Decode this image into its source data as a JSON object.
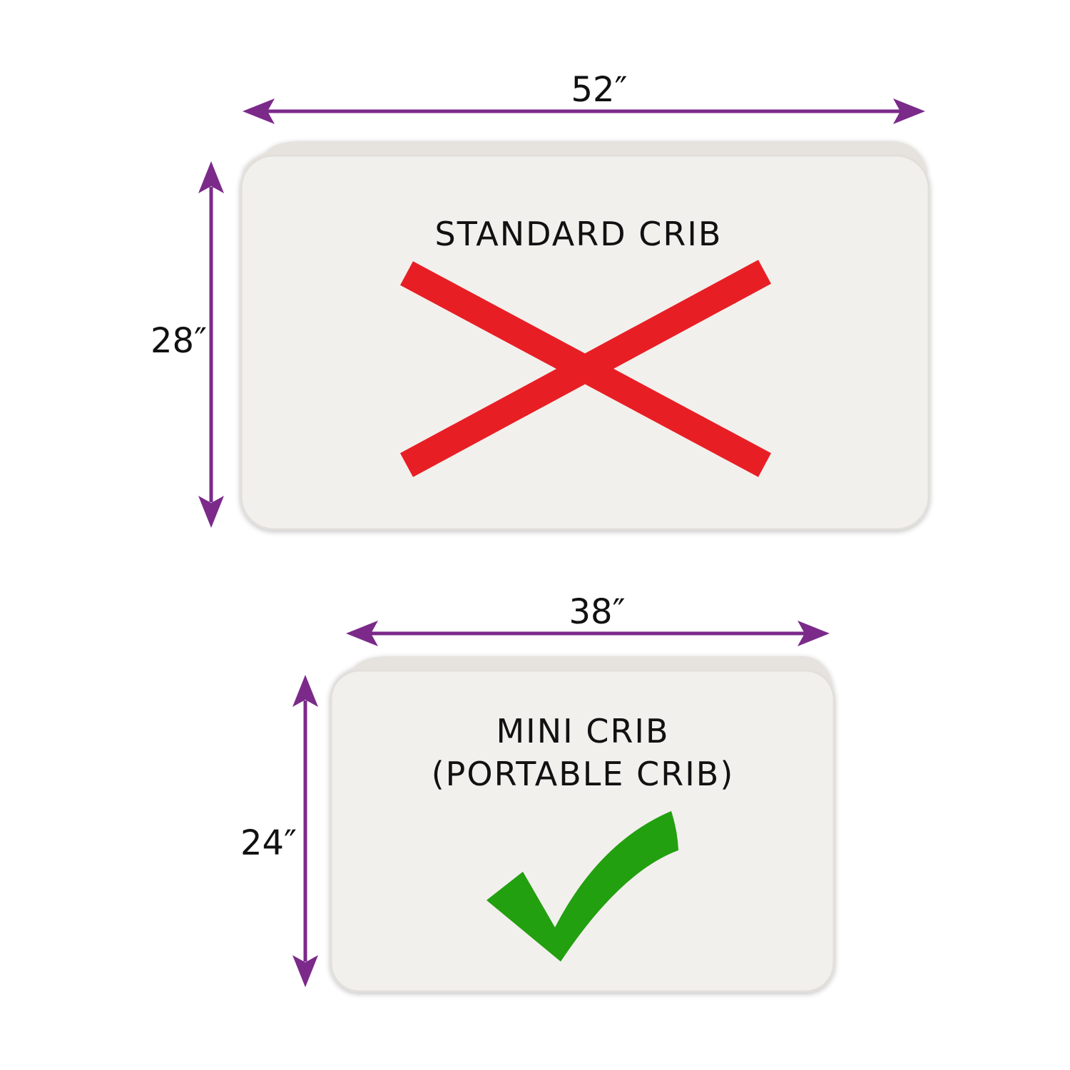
{
  "standard": {
    "title": "STANDARD CRIB",
    "width_label": "52″",
    "height_label": "28″",
    "status_icon": "x-mark-icon"
  },
  "mini": {
    "title_line1": "MINI CRIB",
    "title_line2": "(PORTABLE CRIB)",
    "width_label": "38″",
    "height_label": "24″",
    "status_icon": "check-mark-icon"
  },
  "colors": {
    "dimension_arrow": "#7B2A8A",
    "x_mark": "#E81E25",
    "check_mark": "#22A00F",
    "mattress_fill": "#F2F0ED",
    "mattress_edge": "#E2DFDB"
  }
}
